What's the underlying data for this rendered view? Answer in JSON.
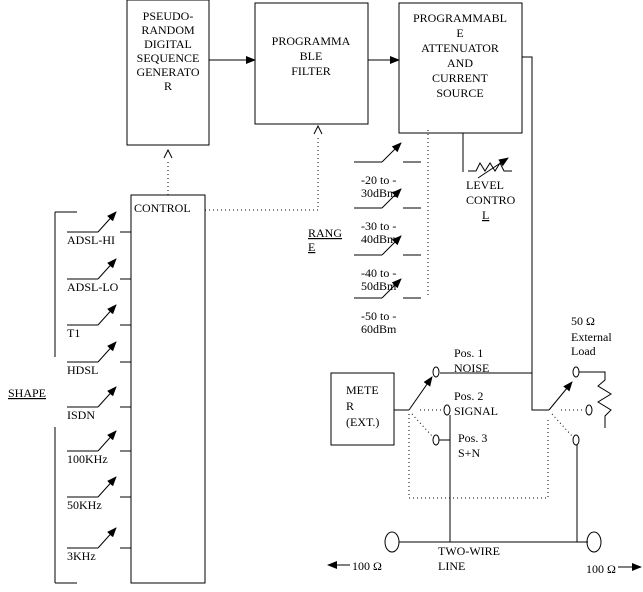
{
  "blocks": {
    "generator": [
      "PSEUDO-",
      "RANDOM",
      "DIGITAL",
      "SEQUENCE",
      "GENERATO",
      "R"
    ],
    "filter": [
      "PROGRAMMA",
      "BLE",
      "FILTER"
    ],
    "attenuator": [
      "PROGRAMMABL",
      "E",
      "ATTENUATOR",
      "AND",
      "CURRENT",
      "SOURCE"
    ],
    "control": "CONTROL",
    "meter": [
      "METE",
      "R",
      "(EXT.)"
    ]
  },
  "level_control": [
    "LEVEL",
    "CONTRO",
    "L"
  ],
  "range_label": [
    "RANG",
    "E"
  ],
  "ranges": [
    [
      "-20 to -",
      "30dBm"
    ],
    [
      "-30 to -",
      "40dBm"
    ],
    [
      "-40 to -",
      "50dBm"
    ],
    [
      "-50 to -",
      "60dBm"
    ]
  ],
  "shape_label": "SHAPE",
  "shapes": [
    "ADSL-HI",
    "ADSL-LO",
    "T1",
    "HDSL",
    "ISDN",
    "100KHz",
    "50KHz",
    "3KHz"
  ],
  "positions": [
    [
      "Pos. 1",
      "NOISE"
    ],
    [
      "Pos. 2",
      "SIGNAL"
    ],
    [
      "Pos. 3",
      "S+N"
    ]
  ],
  "load": [
    "50 Ω",
    "External",
    "Load"
  ],
  "line": [
    "TWO-WIRE",
    "LINE"
  ],
  "left_termination": "100 Ω",
  "right_termination": "100 Ω"
}
